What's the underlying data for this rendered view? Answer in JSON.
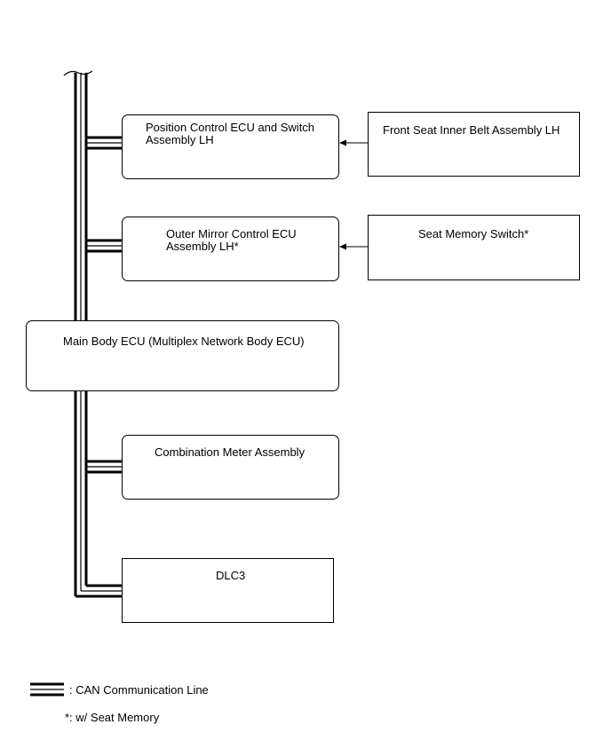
{
  "diagram": {
    "nodes": {
      "position_control": "Position Control ECU and Switch\nAssembly LH",
      "front_seat_belt": "Front Seat Inner Belt Assembly LH",
      "outer_mirror": "Outer Mirror Control ECU\nAssembly LH*",
      "seat_memory_switch": "Seat Memory Switch*",
      "main_body": "Main Body ECU (Multiplex Network Body ECU)",
      "combination_meter": "Combination Meter Assembly",
      "dlc3": "DLC3"
    },
    "legend": {
      "can_line": ": CAN Communication Line",
      "footnote": "*: w/ Seat Memory"
    }
  }
}
